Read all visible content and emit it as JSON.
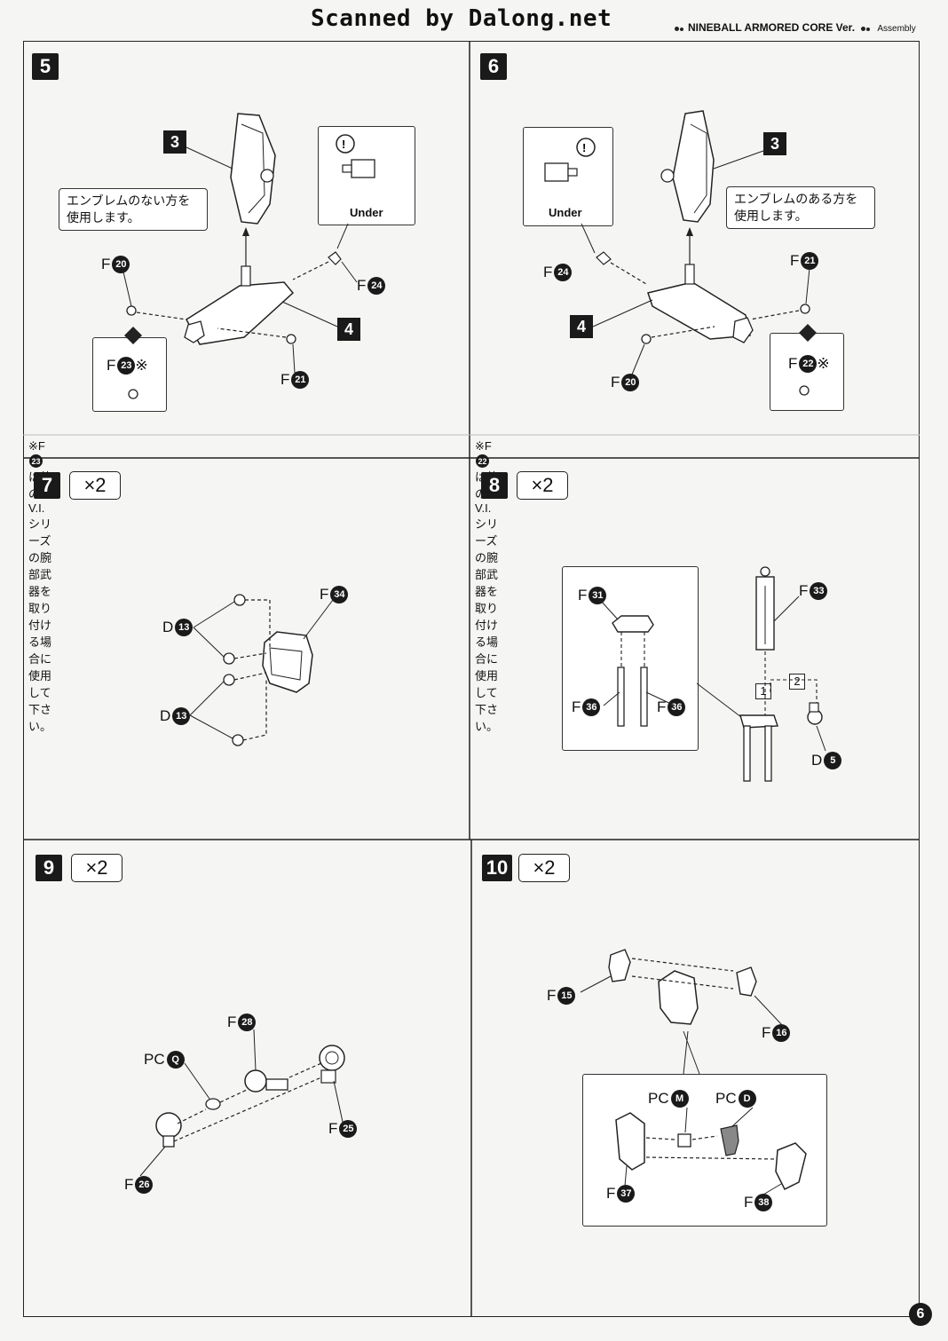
{
  "header": {
    "title": "Scanned by Dalong.net",
    "product": "NINEBALL ARMORED CORE Ver.",
    "section": "Assembly"
  },
  "steps": [
    {
      "number": "5",
      "parts": {
        "box3": "3",
        "box4": "4"
      },
      "callout": "エンブレムのない方を使用します。",
      "callout_line1": "エンブレムのない方を",
      "callout_line2": "使用します。",
      "under_label": "Under",
      "labels": [
        {
          "letter": "F",
          "num": "20"
        },
        {
          "letter": "F",
          "num": "24"
        },
        {
          "letter": "F",
          "num": "21"
        },
        {
          "letter": "F",
          "num": "23",
          "mark": "※"
        }
      ],
      "footnote_pre": "※F",
      "footnote_num": "23",
      "footnote_post": "は他のV.I.シリーズの腕部武器を取り付ける場合に使用して下さい。"
    },
    {
      "number": "6",
      "parts": {
        "box3": "3",
        "box4": "4"
      },
      "callout_line1": "エンブレムのある方を",
      "callout_line2": "使用します。",
      "under_label": "Under",
      "labels": [
        {
          "letter": "F",
          "num": "24"
        },
        {
          "letter": "F",
          "num": "21"
        },
        {
          "letter": "F",
          "num": "22",
          "mark": "※"
        },
        {
          "letter": "F",
          "num": "20"
        }
      ],
      "footnote_pre": "※F",
      "footnote_num": "22",
      "footnote_post": "は他のV.I.シリーズの腕部武器を取り付ける場合に使用して下さい。"
    },
    {
      "number": "7",
      "multiplier": "×2",
      "labels": [
        {
          "letter": "F",
          "num": "34"
        },
        {
          "letter": "D",
          "num": "13"
        },
        {
          "letter": "D",
          "num": "13"
        }
      ]
    },
    {
      "number": "8",
      "multiplier": "×2",
      "labels": [
        {
          "letter": "F",
          "num": "31"
        },
        {
          "letter": "F",
          "num": "33"
        },
        {
          "letter": "F",
          "num": "36"
        },
        {
          "letter": "F",
          "num": "36"
        },
        {
          "letter": "D",
          "num": "5"
        }
      ],
      "order": [
        "1",
        "2"
      ]
    },
    {
      "number": "9",
      "multiplier": "×2",
      "labels": [
        {
          "letter": "F",
          "num": "28"
        },
        {
          "letter": "PC",
          "num": "Q"
        },
        {
          "letter": "F",
          "num": "25"
        },
        {
          "letter": "F",
          "num": "26"
        }
      ]
    },
    {
      "number": "10",
      "multiplier": "×2",
      "labels": [
        {
          "letter": "F",
          "num": "15"
        },
        {
          "letter": "F",
          "num": "16"
        },
        {
          "letter": "PC",
          "num": "M"
        },
        {
          "letter": "PC",
          "num": "D"
        },
        {
          "letter": "F",
          "num": "37"
        },
        {
          "letter": "F",
          "num": "38"
        }
      ]
    }
  ],
  "page_number": "6"
}
